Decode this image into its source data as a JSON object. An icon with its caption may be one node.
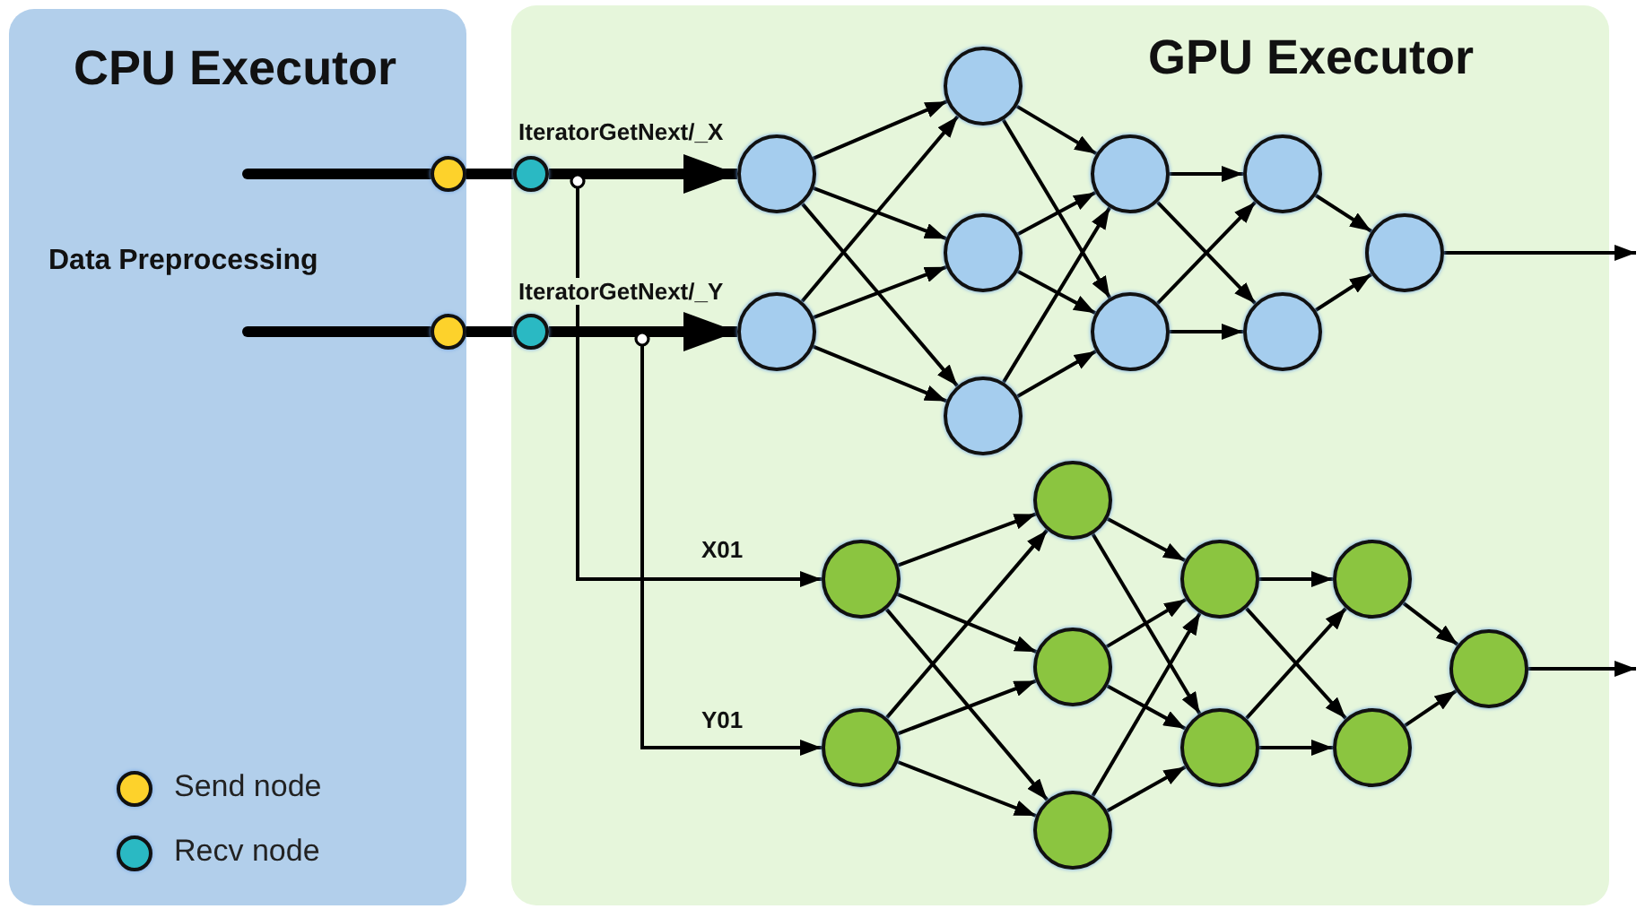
{
  "diagram": {
    "nodes": [
      {
        "text": [
          "CPU Executor",
          "Data Preprocessing"
        ]
      },
      {
        "text": [
          "GPU Executor"
        ]
      },
      {
        "text": [],
        "shape": "circle",
        "in": 0
      },
      {
        "text": [],
        "shape": "circle",
        "in": 1
      },
      {
        "text": [],
        "shape": "circle",
        "in": 0
      },
      {
        "text": [],
        "shape": "circle",
        "in": 1
      },
      {
        "text": [],
        "shape": "circle",
        "in": 1
      },
      {
        "text": [],
        "shape": "circle",
        "in": 1
      },
      {
        "text": [],
        "shape": "circle",
        "in": 1
      },
      {
        "text": [],
        "shape": "circle",
        "in": 1
      },
      {
        "text": [],
        "shape": "circle",
        "in": 1
      },
      {
        "text": [],
        "shape": "circle",
        "in": 1
      },
      {
        "text": [],
        "shape": "circle",
        "in": 1
      },
      {
        "text": [],
        "shape": "circle",
        "in": 1
      },
      {
        "text": [],
        "shape": "circle",
        "in": 1
      },
      {
        "text": [],
        "shape": "circle",
        "in": 1
      },
      {
        "text": [],
        "shape": "circle",
        "in": 1
      },
      {
        "text": [],
        "shape": "circle",
        "in": 1
      },
      {
        "text": [],
        "shape": "circle",
        "in": 1
      },
      {
        "text": [],
        "shape": "circle",
        "in": 1
      },
      {
        "text": [],
        "shape": "circle",
        "in": 1
      },
      {
        "text": [],
        "shape": "circle",
        "in": 1
      },
      {
        "text": [],
        "shape": "circle",
        "in": 1
      },
      {
        "text": [],
        "shape": "circle",
        "in": 1
      },
      {
        "text": [],
        "shape": "circle",
        "in": 1
      },
      {
        "text": [],
        "shape": "circle",
        "in": 1
      }
    ],
    "edges": [
      {
        "from": null,
        "to": 2,
        "arrow": "none",
        "style": "thick"
      },
      {
        "from": 2,
        "to": 3,
        "arrow": "none",
        "style": "thick"
      },
      {
        "from": 3,
        "to": 6,
        "arrow": "to",
        "style": "thick",
        "label": "IteratorGetNext/_X"
      },
      {
        "from": 3,
        "to": 16,
        "arrow": "to",
        "label": "X01"
      },
      {
        "from": null,
        "to": 4,
        "arrow": "none",
        "style": "thick"
      },
      {
        "from": 4,
        "to": 5,
        "arrow": "none",
        "style": "thick"
      },
      {
        "from": 5,
        "to": 7,
        "arrow": "to",
        "style": "thick",
        "label": "IteratorGetNext/_Y"
      },
      {
        "from": 5,
        "to": 17,
        "arrow": "to",
        "label": "Y01"
      },
      {
        "from": 6,
        "to": 8,
        "arrow": "to"
      },
      {
        "from": 6,
        "to": 9,
        "arrow": "to"
      },
      {
        "from": 6,
        "to": 10,
        "arrow": "to"
      },
      {
        "from": 7,
        "to": 8,
        "arrow": "to"
      },
      {
        "from": 7,
        "to": 9,
        "arrow": "to"
      },
      {
        "from": 7,
        "to": 10,
        "arrow": "to"
      },
      {
        "from": 8,
        "to": 11,
        "arrow": "to"
      },
      {
        "from": 8,
        "to": 12,
        "arrow": "to"
      },
      {
        "from": 9,
        "to": 11,
        "arrow": "to"
      },
      {
        "from": 9,
        "to": 12,
        "arrow": "to"
      },
      {
        "from": 10,
        "to": 11,
        "arrow": "to"
      },
      {
        "from": 10,
        "to": 12,
        "arrow": "to"
      },
      {
        "from": 11,
        "to": 13,
        "arrow": "to"
      },
      {
        "from": 11,
        "to": 14,
        "arrow": "to"
      },
      {
        "from": 12,
        "to": 13,
        "arrow": "to"
      },
      {
        "from": 12,
        "to": 14,
        "arrow": "to"
      },
      {
        "from": 13,
        "to": 15,
        "arrow": "to"
      },
      {
        "from": 14,
        "to": 15,
        "arrow": "to"
      },
      {
        "from": 15,
        "to": null,
        "arrow": "to"
      },
      {
        "from": 16,
        "to": 18,
        "arrow": "to"
      },
      {
        "from": 16,
        "to": 19,
        "arrow": "to"
      },
      {
        "from": 16,
        "to": 20,
        "arrow": "to"
      },
      {
        "from": 17,
        "to": 18,
        "arrow": "to"
      },
      {
        "from": 17,
        "to": 19,
        "arrow": "to"
      },
      {
        "from": 17,
        "to": 20,
        "arrow": "to"
      },
      {
        "from": 18,
        "to": 21,
        "arrow": "to"
      },
      {
        "from": 18,
        "to": 22,
        "arrow": "to"
      },
      {
        "from": 19,
        "to": 21,
        "arrow": "to"
      },
      {
        "from": 19,
        "to": 22,
        "arrow": "to"
      },
      {
        "from": 20,
        "to": 21,
        "arrow": "to"
      },
      {
        "from": 20,
        "to": 22,
        "arrow": "to"
      },
      {
        "from": 21,
        "to": 23,
        "arrow": "to"
      },
      {
        "from": 21,
        "to": 24,
        "arrow": "to"
      },
      {
        "from": 22,
        "to": 23,
        "arrow": "to"
      },
      {
        "from": 22,
        "to": 24,
        "arrow": "to"
      },
      {
        "from": 23,
        "to": 25,
        "arrow": "to"
      },
      {
        "from": 24,
        "to": 25,
        "arrow": "to"
      },
      {
        "from": 25,
        "to": null,
        "arrow": "to"
      }
    ],
    "legend": [
      {
        "text": "Send node",
        "color": "#fdd22b"
      },
      {
        "text": "Recv node",
        "color": "#2ab9c3"
      }
    ]
  }
}
